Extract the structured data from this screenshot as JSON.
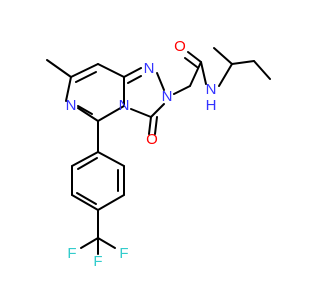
{
  "molecule": {
    "atoms": {
      "n_triazole_top": "N",
      "n_triazole_right": "N",
      "n_fused": "N",
      "n_pyrimidine": "N",
      "o_ring": "O",
      "o_amide": "O",
      "n_amide": "N",
      "h_amide": "H",
      "f_top": "F",
      "f_left": "F",
      "f_right": "F"
    },
    "colors": {
      "bond": "#000000",
      "nitrogen": "#3333ff",
      "oxygen": "#ff0000",
      "fluorine": "#33cccc"
    }
  }
}
